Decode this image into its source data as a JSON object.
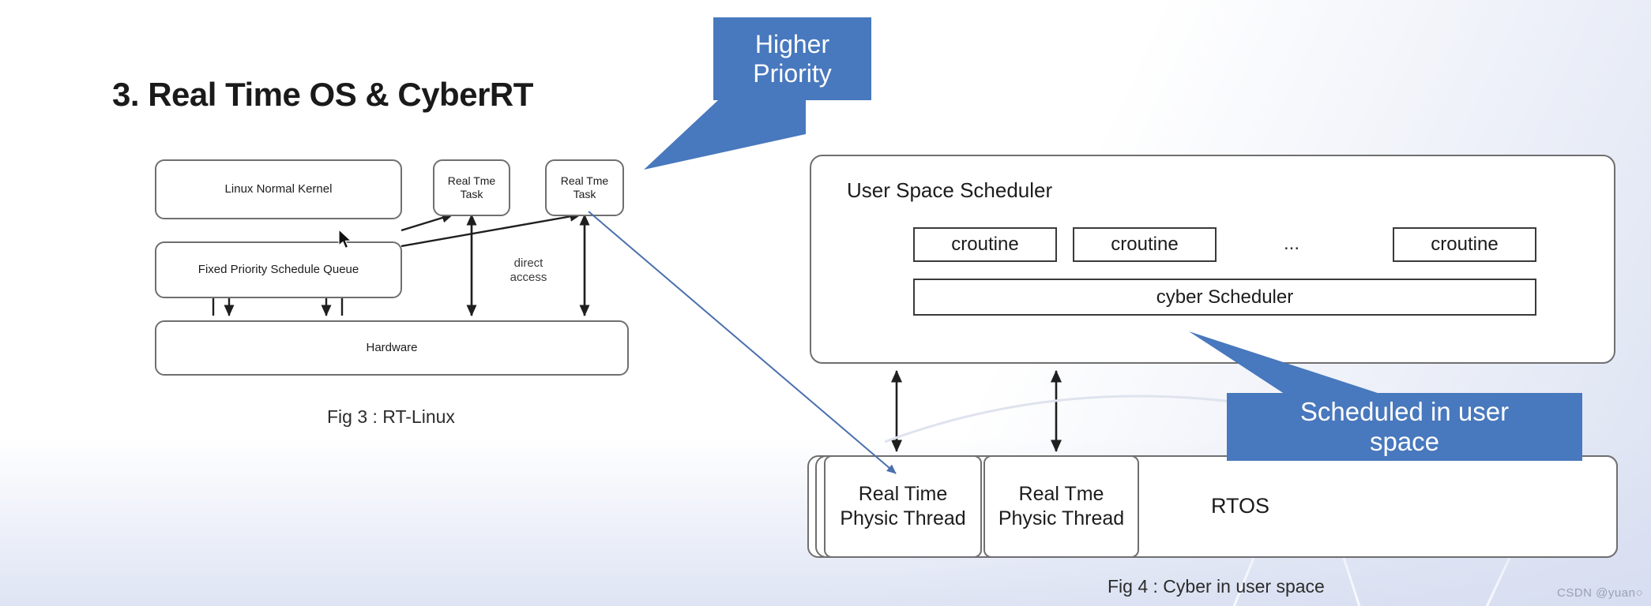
{
  "slide": {
    "title": "3. Real Time OS & CyberRT",
    "watermark": "CSDN @yuan○"
  },
  "accent": {
    "callout_blue": "#4878bd",
    "box_border_gray": "#6f6f6f",
    "box_border_dark": "#3a3a3a",
    "arrow_blue": "#4a6fad",
    "text_dark": "#1c1c1c"
  },
  "fig3": {
    "caption": "Fig 3 : RT-Linux",
    "boxes": {
      "linux_kernel": "Linux Normal Kernel",
      "schedule_queue": "Fixed Priority Schedule Queue",
      "hardware": "Hardware",
      "rt_task_1": "Real Tme\nTask",
      "rt_task_1_line1": "Real Tme",
      "rt_task_1_line2": "Task",
      "rt_task_2_line1": "Real Tme",
      "rt_task_2_line2": "Task"
    },
    "labels": {
      "direct_access_line1": "direct",
      "direct_access_line2": "access"
    }
  },
  "fig4": {
    "caption": "Fig 4 : Cyber in user space",
    "scheduler_title": "User Space Scheduler",
    "croutines": [
      "croutine",
      "croutine",
      "croutine"
    ],
    "ellipsis": "...",
    "cyber_scheduler": "cyber Scheduler",
    "rtos_label": "RTOS",
    "threads": [
      {
        "line1": "Real Time",
        "line2": "Physic Thread"
      },
      {
        "line1": "Real Tme",
        "line2": "Physic Thread"
      }
    ]
  },
  "callouts": {
    "higher_priority_line1": "Higher",
    "higher_priority_line2": "Priority",
    "scheduled_line1": "Scheduled in user",
    "scheduled_line2": "space"
  }
}
